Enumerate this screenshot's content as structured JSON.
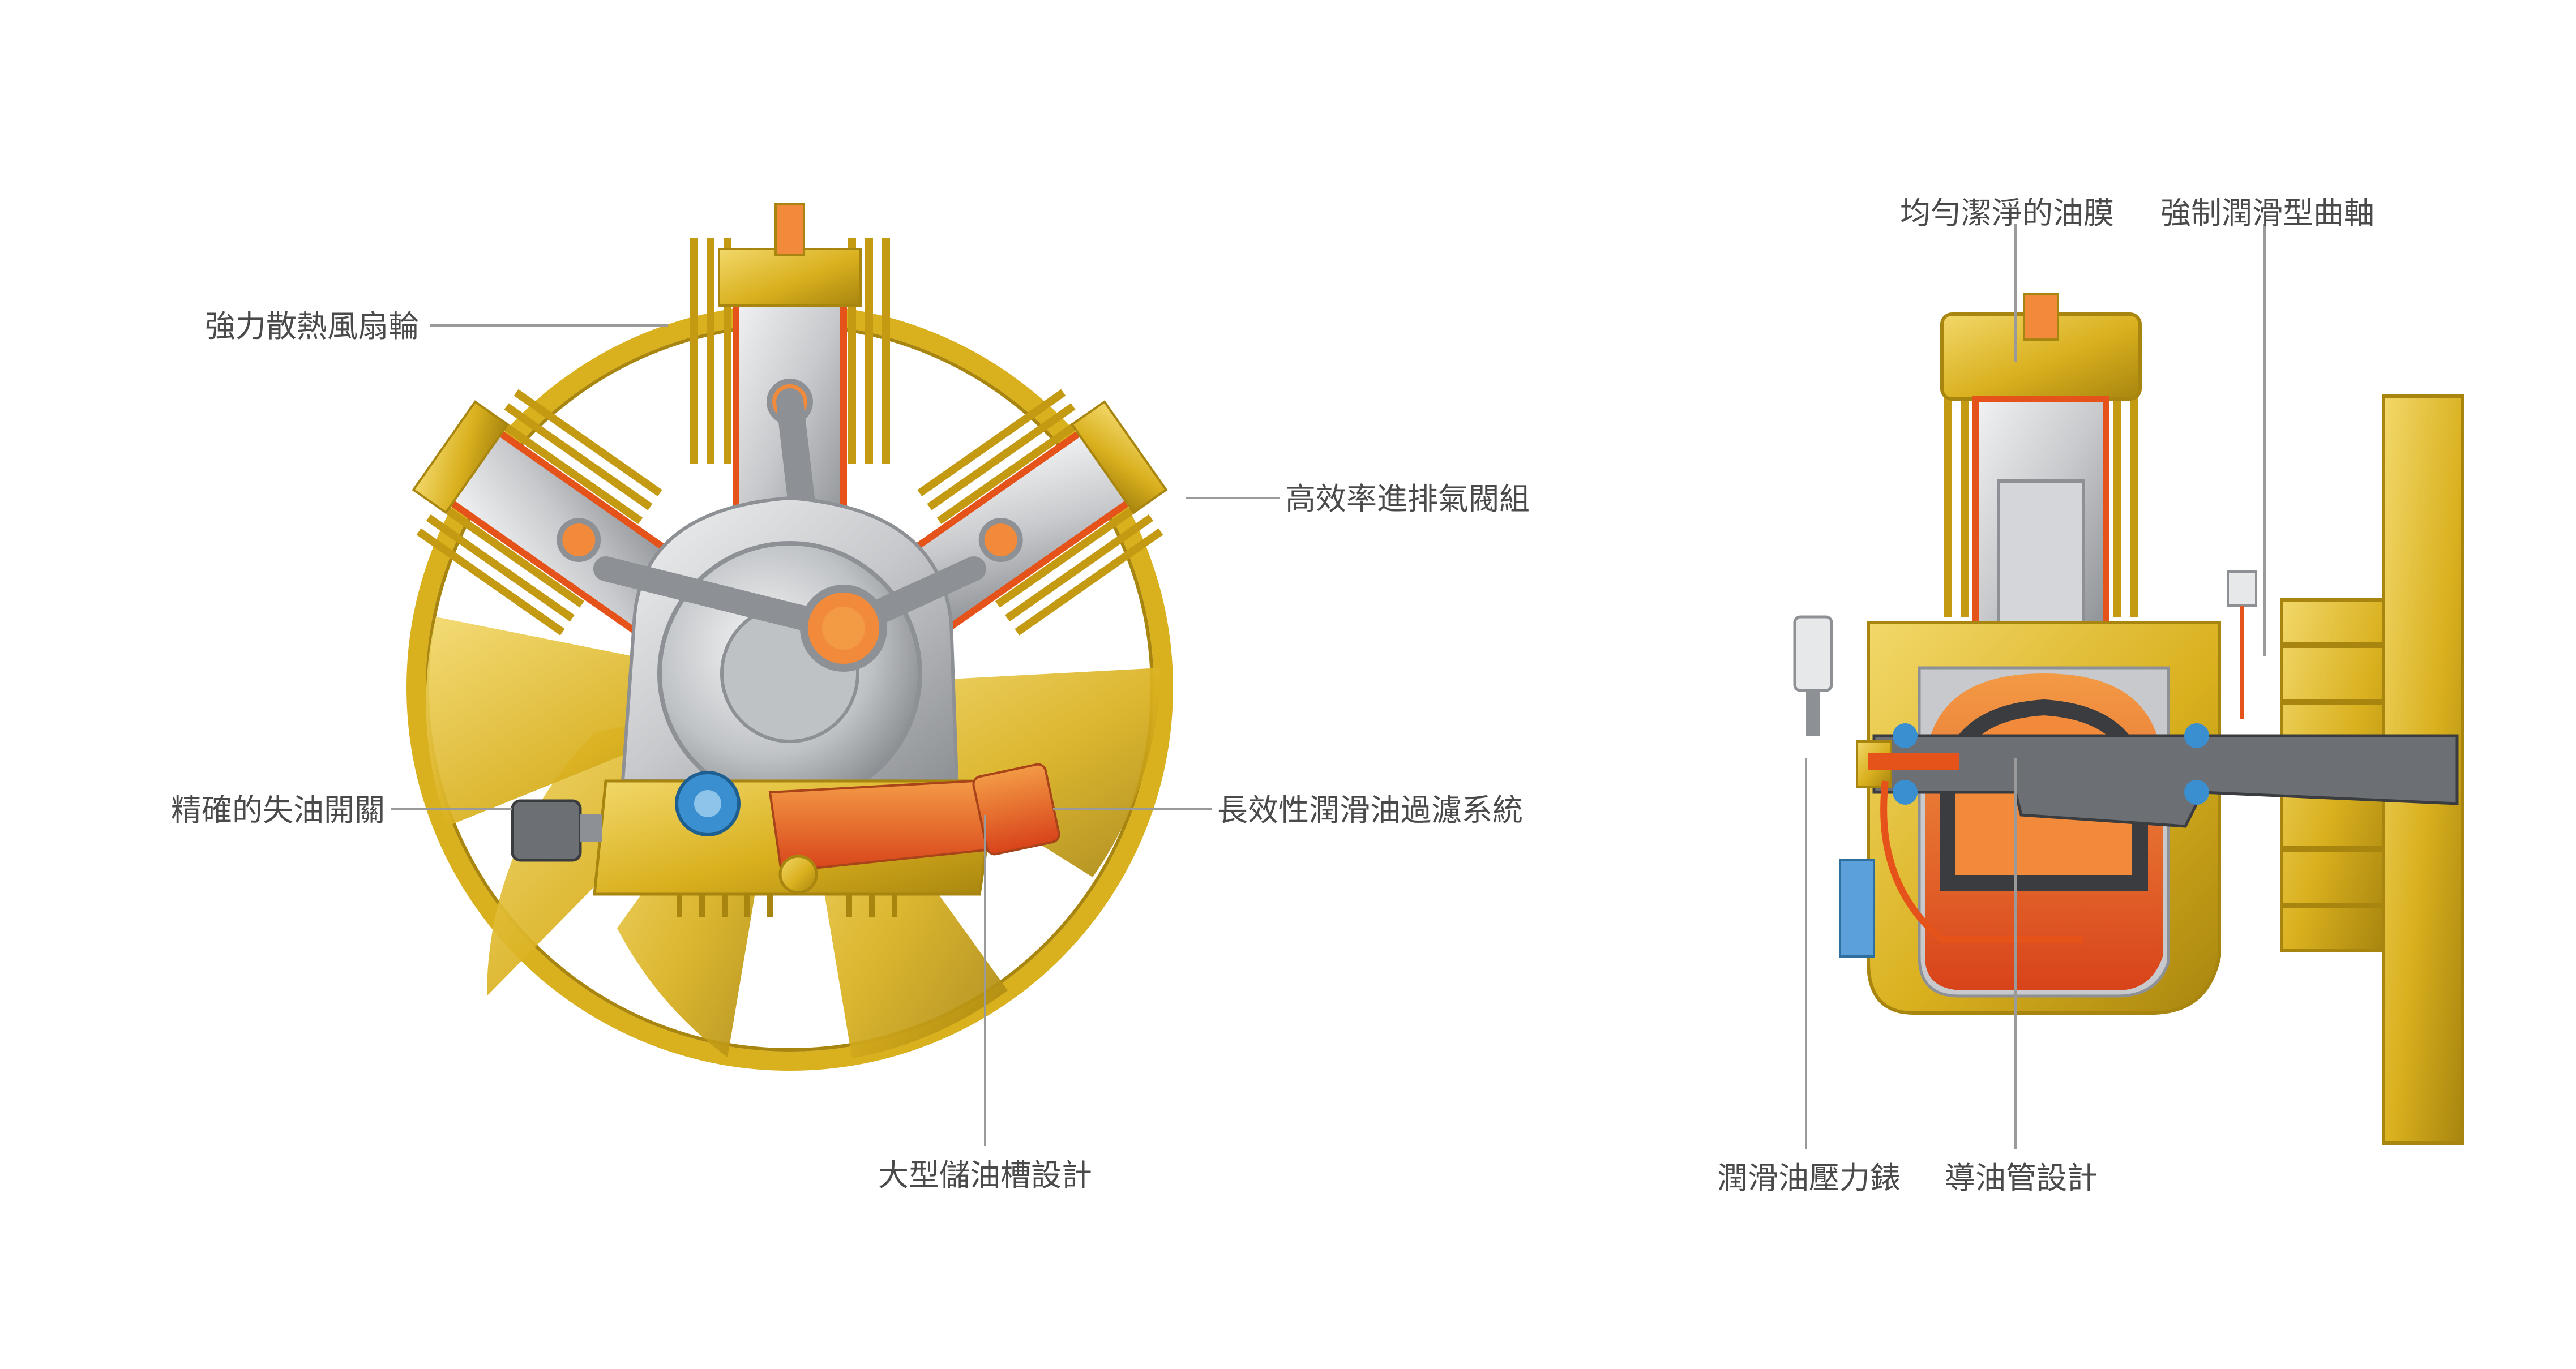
{
  "labels": {
    "fan_wheel": "強力散熱風扇輪",
    "valve_group": "高效率進排氣閥組",
    "oil_switch": "精確的失油開關",
    "filter_system": "長效性潤滑油過濾系統",
    "oil_tank": "大型儲油槽設計",
    "oil_film": "均勻潔淨的油膜",
    "crankshaft": "強制潤滑型曲軸",
    "oil_pressure_gauge": "潤滑油壓力錶",
    "oil_pipe": "導油管設計"
  },
  "colors": {
    "gold": "#d9b01e",
    "gold_light": "#efd25a",
    "gold_dark": "#9a7a0c",
    "orange": "#e5531a",
    "orange_light": "#f18a3a",
    "silver": "#c7c9cc",
    "silver_light": "#e6e8ea",
    "silver_dark": "#8d9094",
    "steel_dark": "#55585c",
    "blue": "#3a8fd0",
    "text": "#4a4a4a",
    "leader": "#9a9a9a"
  },
  "icons": {
    "left_view": "v-type-compressor-front-cutaway",
    "right_view": "compressor-side-cutaway"
  }
}
